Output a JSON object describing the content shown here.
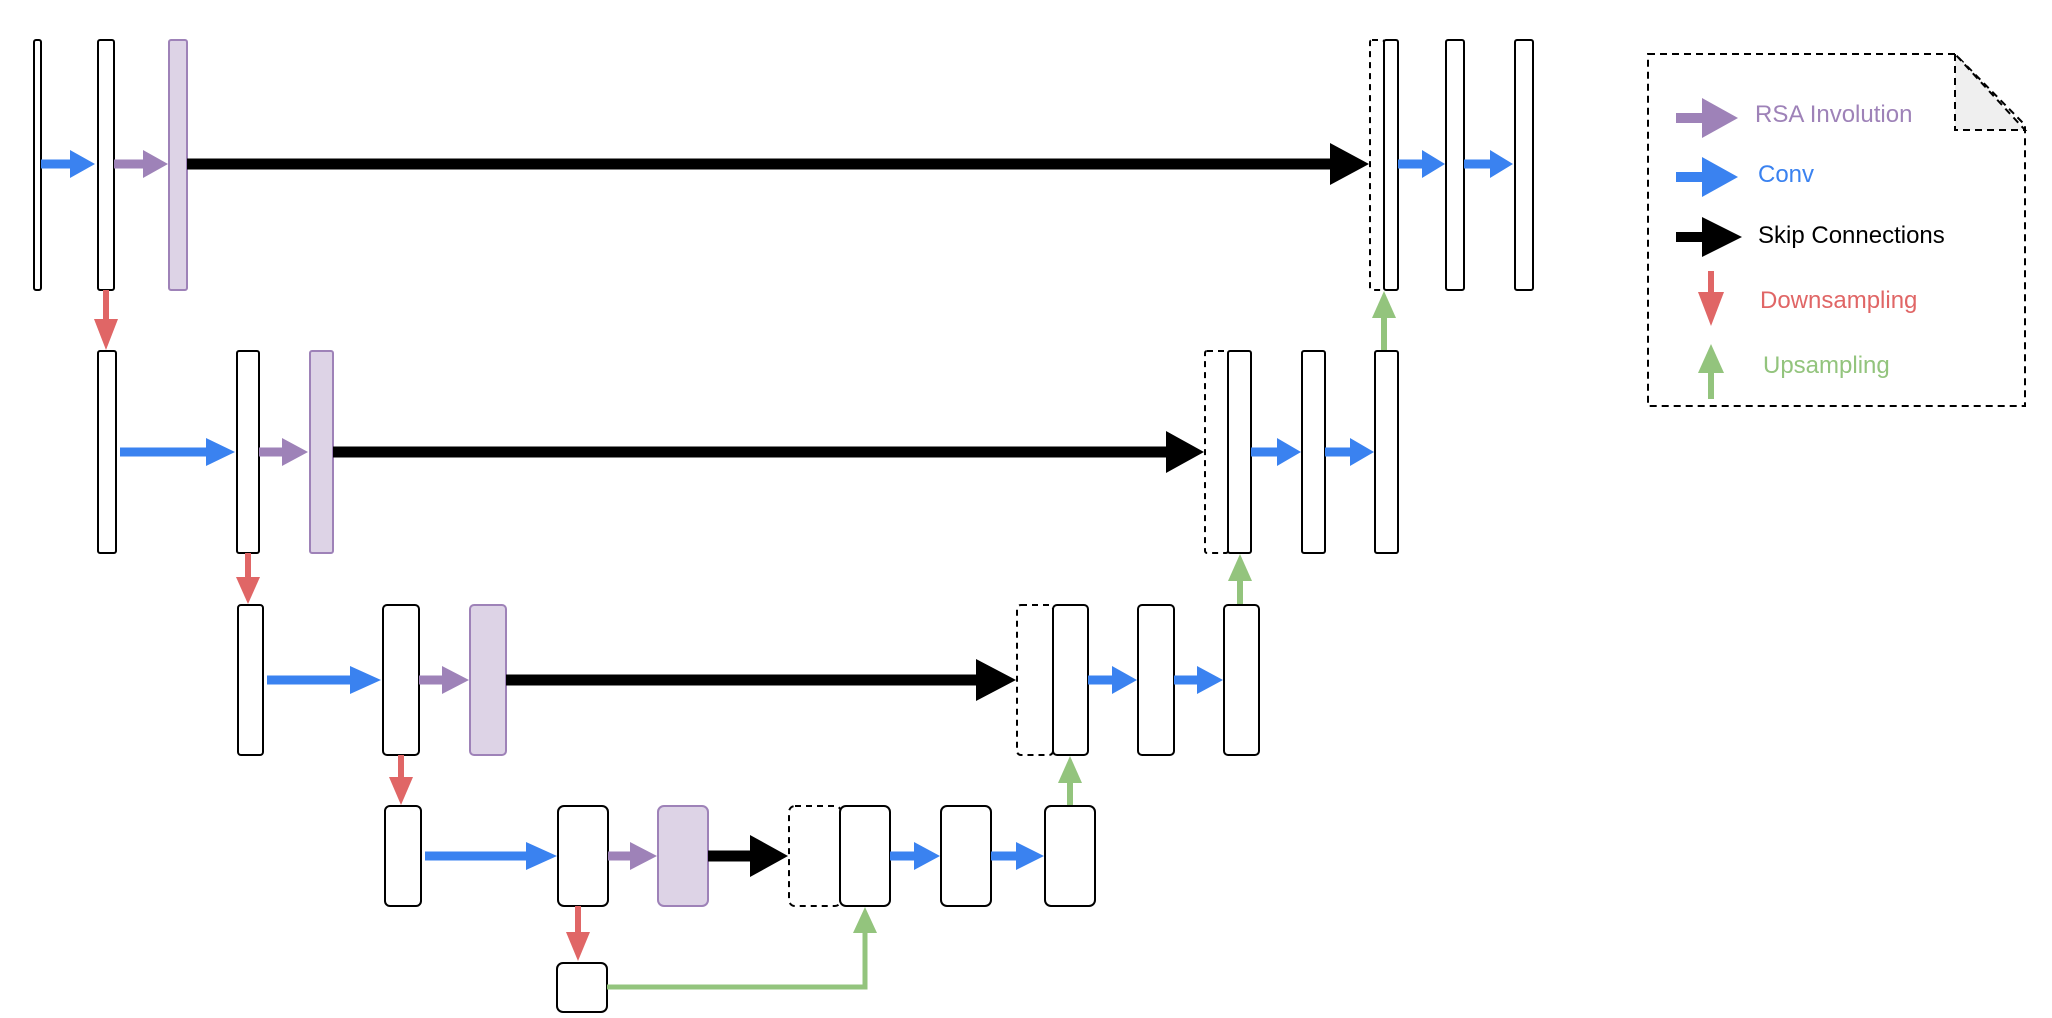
{
  "legend": {
    "items": [
      {
        "key": "rsa",
        "label": "RSA Involution",
        "color": "#9E82B8"
      },
      {
        "key": "conv",
        "label": "Conv",
        "color": "#3A82F0"
      },
      {
        "key": "skip",
        "label": "Skip Connections",
        "color": "#000000"
      },
      {
        "key": "down",
        "label": "Downsampling",
        "color": "#E06666"
      },
      {
        "key": "up",
        "label": "Upsampling",
        "color": "#93C47D"
      }
    ]
  },
  "colors": {
    "block_fill": "#ffffff",
    "involution_fill": "#DDD3E6",
    "involution_stroke": "#9E82B8",
    "block_stroke": "#000000"
  }
}
